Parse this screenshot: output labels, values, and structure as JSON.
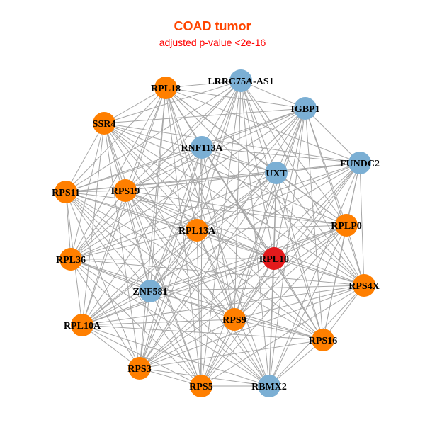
{
  "title": "COAD tumor",
  "subtitle": "adjusted p-value <2e-16",
  "colors": {
    "orange": "#ff7f00",
    "blue": "#7bafd4",
    "red": "#e31a1c",
    "edge": "#a6a6a6"
  },
  "nodes": [
    {
      "id": "RPL18",
      "group": "orange"
    },
    {
      "id": "LRRC75A-AS1",
      "group": "blue"
    },
    {
      "id": "IGBP1",
      "group": "blue"
    },
    {
      "id": "SSR4",
      "group": "orange"
    },
    {
      "id": "RNF113A",
      "group": "blue"
    },
    {
      "id": "FUNDC2",
      "group": "blue"
    },
    {
      "id": "UXT",
      "group": "blue"
    },
    {
      "id": "RPS11",
      "group": "orange"
    },
    {
      "id": "RPS19",
      "group": "orange"
    },
    {
      "id": "RPLP0",
      "group": "orange"
    },
    {
      "id": "RPL13A",
      "group": "orange"
    },
    {
      "id": "RPL10",
      "group": "red"
    },
    {
      "id": "RPL36",
      "group": "orange"
    },
    {
      "id": "RPS4X",
      "group": "orange"
    },
    {
      "id": "ZNF581",
      "group": "blue"
    },
    {
      "id": "RPS9",
      "group": "orange"
    },
    {
      "id": "RPL10A",
      "group": "orange"
    },
    {
      "id": "RPS16",
      "group": "orange"
    },
    {
      "id": "RPS3",
      "group": "orange"
    },
    {
      "id": "RPS5",
      "group": "orange"
    },
    {
      "id": "RBMX2",
      "group": "blue"
    }
  ]
}
